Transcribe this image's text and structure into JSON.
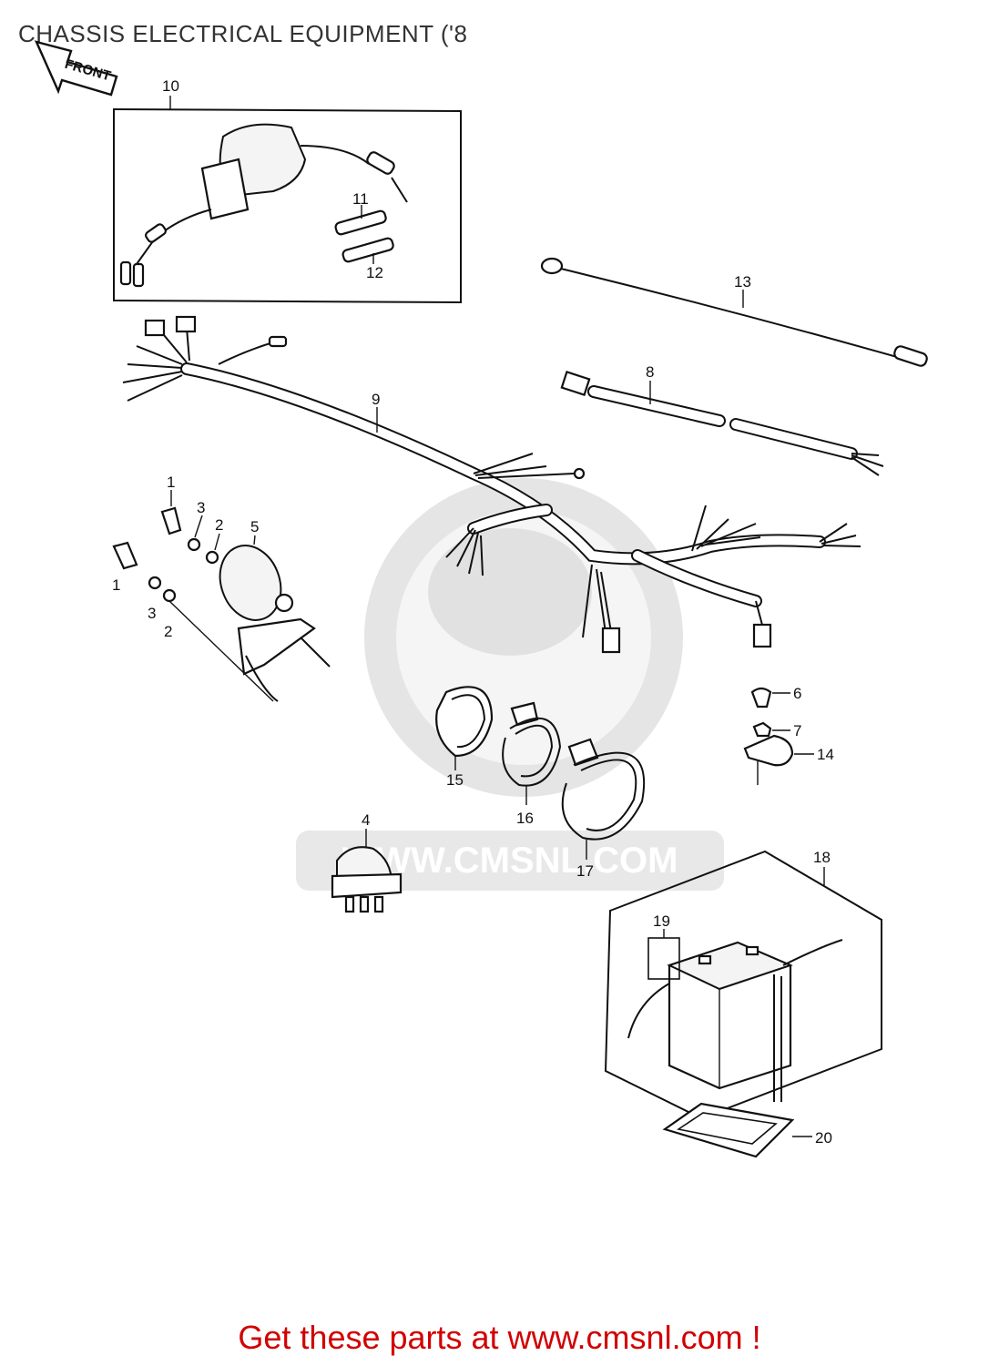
{
  "title": "CHASSIS ELECTRICAL EQUIPMENT ('8",
  "front_label": "FRONT",
  "watermark": "WWW.CMSNL.COM",
  "footer": "Get these parts at www.cmsnl.com !",
  "callouts": [
    {
      "id": "c10",
      "text": "10"
    },
    {
      "id": "c11",
      "text": "11"
    },
    {
      "id": "c12",
      "text": "12"
    },
    {
      "id": "c13",
      "text": "13"
    },
    {
      "id": "c8",
      "text": "8"
    },
    {
      "id": "c9",
      "text": "9"
    },
    {
      "id": "c1a",
      "text": "1"
    },
    {
      "id": "c3a",
      "text": "3"
    },
    {
      "id": "c2a",
      "text": "2"
    },
    {
      "id": "c5",
      "text": "5"
    },
    {
      "id": "c1b",
      "text": "1"
    },
    {
      "id": "c3b",
      "text": "3"
    },
    {
      "id": "c2b",
      "text": "2"
    },
    {
      "id": "c6",
      "text": "6"
    },
    {
      "id": "c7",
      "text": "7"
    },
    {
      "id": "c14",
      "text": "14"
    },
    {
      "id": "c15",
      "text": "15"
    },
    {
      "id": "c16",
      "text": "16"
    },
    {
      "id": "c17",
      "text": "17"
    },
    {
      "id": "c4",
      "text": "4"
    },
    {
      "id": "c18",
      "text": "18"
    },
    {
      "id": "c19",
      "text": "19"
    },
    {
      "id": "c20",
      "text": "20"
    }
  ]
}
